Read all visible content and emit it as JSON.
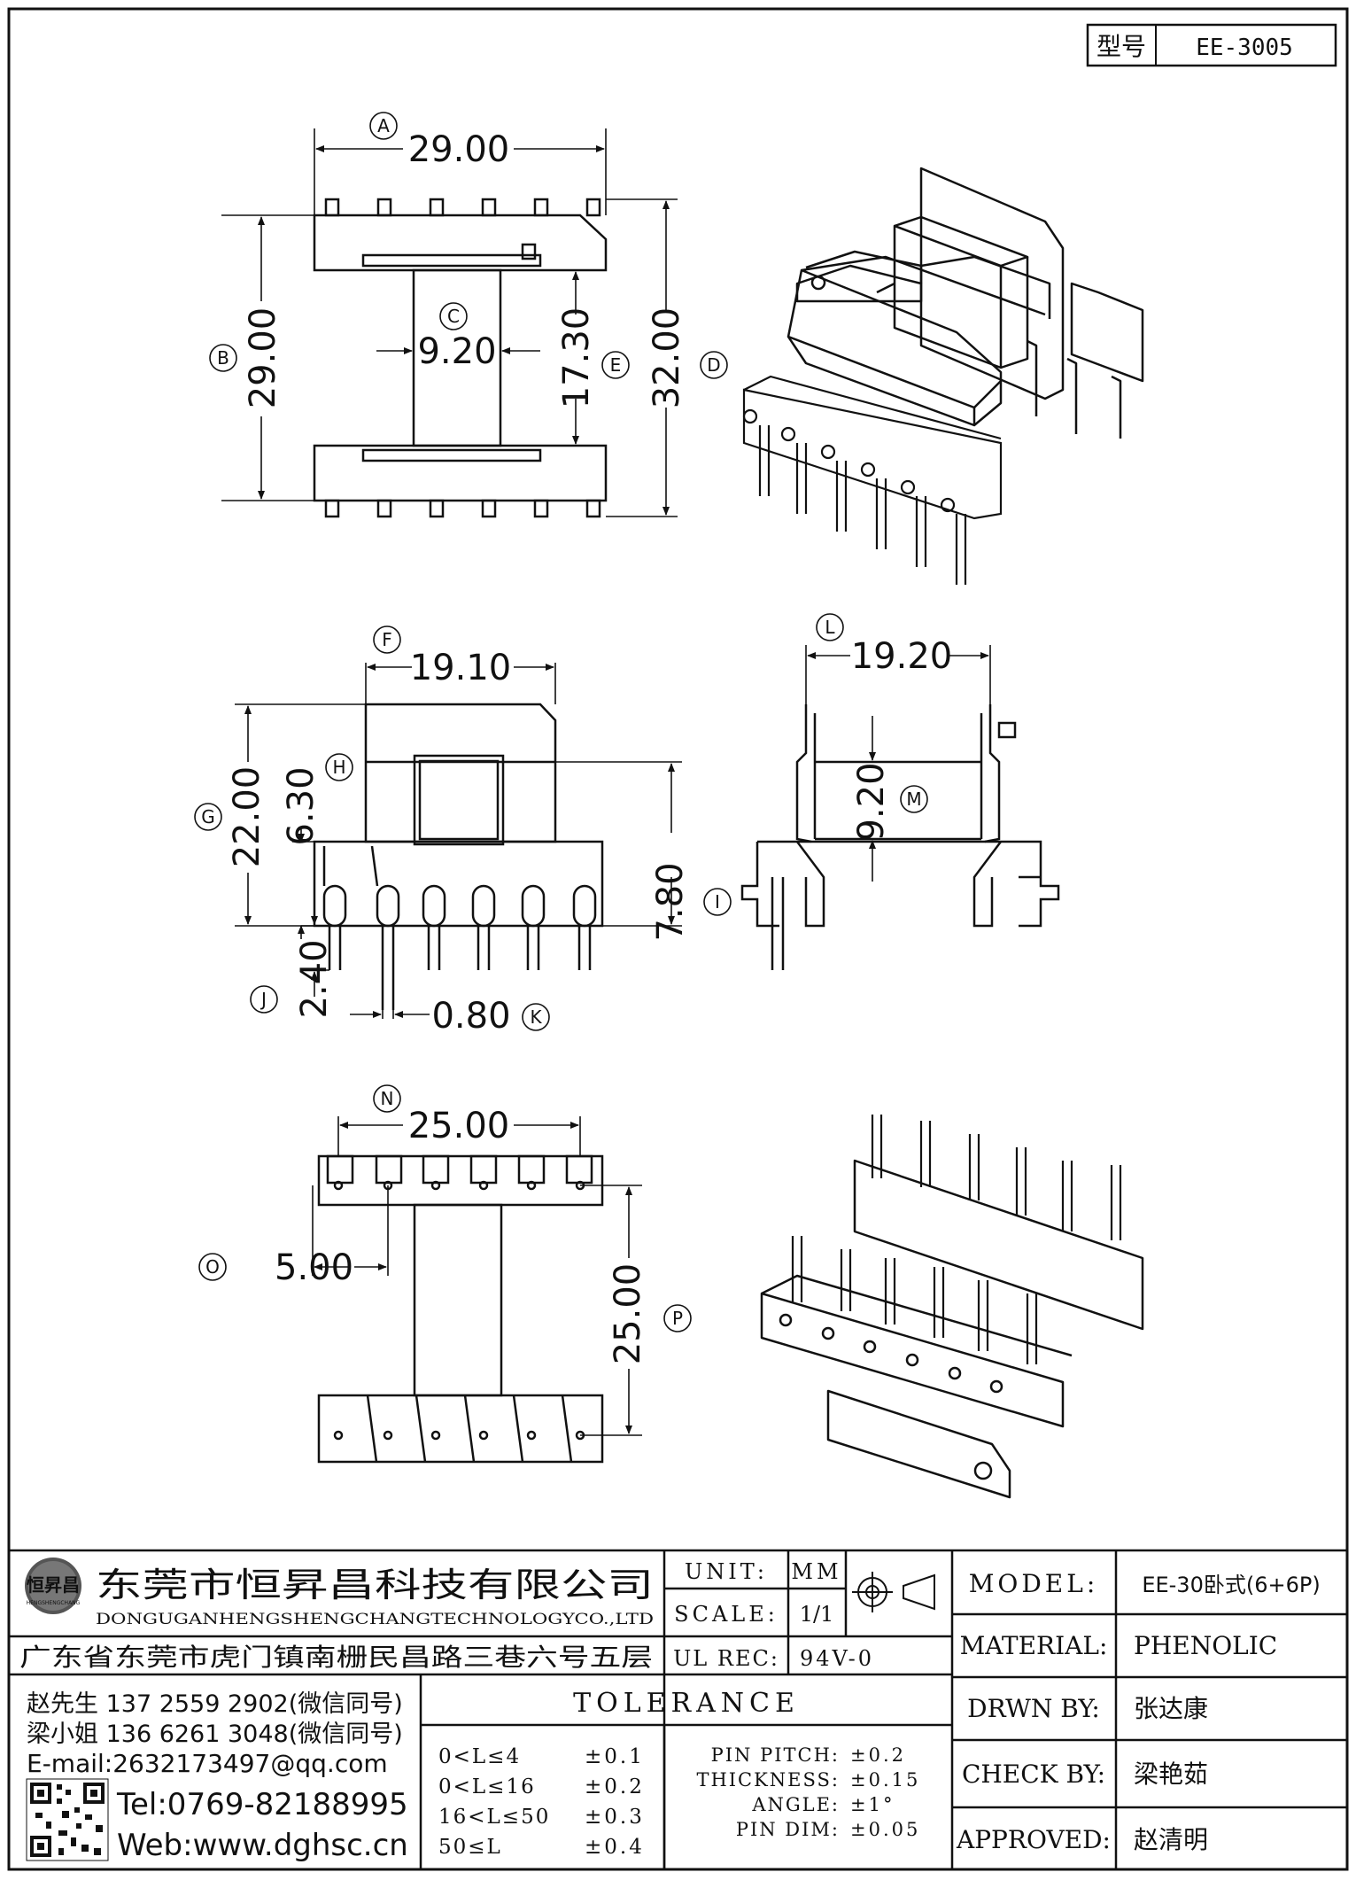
{
  "header": {
    "label": "型号",
    "value": "EE-3005"
  },
  "dimensions": [
    {
      "marker": "A",
      "value": "29.00"
    },
    {
      "marker": "B",
      "value": "29.00"
    },
    {
      "marker": "C",
      "value": "9.20"
    },
    {
      "marker": "D",
      "value": "32.00"
    },
    {
      "marker": "E",
      "value": "17.30"
    },
    {
      "marker": "F",
      "value": "19.10"
    },
    {
      "marker": "G",
      "value": "22.00"
    },
    {
      "marker": "H",
      "value": "6.30"
    },
    {
      "marker": "I",
      "value": "7.80"
    },
    {
      "marker": "J",
      "value": "2.40"
    },
    {
      "marker": "K",
      "value": "0.80"
    },
    {
      "marker": "L",
      "value": "19.20"
    },
    {
      "marker": "M",
      "value": "9.20"
    },
    {
      "marker": "N",
      "value": "25.00"
    },
    {
      "marker": "O",
      "value": "5.00"
    },
    {
      "marker": "P",
      "value": "25.00"
    }
  ],
  "company": {
    "logo_text": "恒昇昌",
    "logo_subtext": "HENGSHENGCHANG",
    "name_cn": "东莞市恒昇昌科技有限公司",
    "name_en": "DONGUGANHENGSHENGCHANGTECHNOLOGYCO.,LTD",
    "address": "广东省东莞市虎门镇南栅民昌路三巷六号五层"
  },
  "contacts": {
    "line1": "赵先生 137 2559 2902(微信同号)",
    "line2": "梁小姐 136 6261 3048(微信同号)",
    "email": "E-mail:2632173497@qq.com",
    "tel": "Tel:0769-82188995",
    "web": "Web:www.dghsc.cn"
  },
  "spec": {
    "unit_label": "UNIT:",
    "unit_value": "MM",
    "scale_label": "SCALE:",
    "scale_value": "1/1",
    "ulrec_label": "UL REC:",
    "ulrec_value": "94V-0"
  },
  "tolerance": {
    "title": "TOLERANCE",
    "rows": [
      {
        "range": "0<L≤4",
        "value": "±0.1"
      },
      {
        "range": "0<L≤16",
        "value": "±0.2"
      },
      {
        "range": "16<L≤50",
        "value": "±0.3"
      },
      {
        "range": "50≤L",
        "value": "±0.4"
      }
    ],
    "pin": [
      {
        "label": "PIN PITCH:",
        "value": "±0.2"
      },
      {
        "label": "THICKNESS:",
        "value": "±0.15"
      },
      {
        "label": "ANGLE:",
        "value": "±1°"
      },
      {
        "label": "PIN DIM:",
        "value": "±0.05"
      }
    ]
  },
  "info": {
    "model_label": "MODEL:",
    "model_value": "EE-30卧式(6+6P)",
    "material_label": "MATERIAL:",
    "material_value": "PHENOLIC",
    "drawn_label": "DRWN BY:",
    "drawn_value": "张达康",
    "check_label": "CHECK BY:",
    "check_value": "梁艳茹",
    "approved_label": "APPROVED:",
    "approved_value": "赵清明"
  }
}
